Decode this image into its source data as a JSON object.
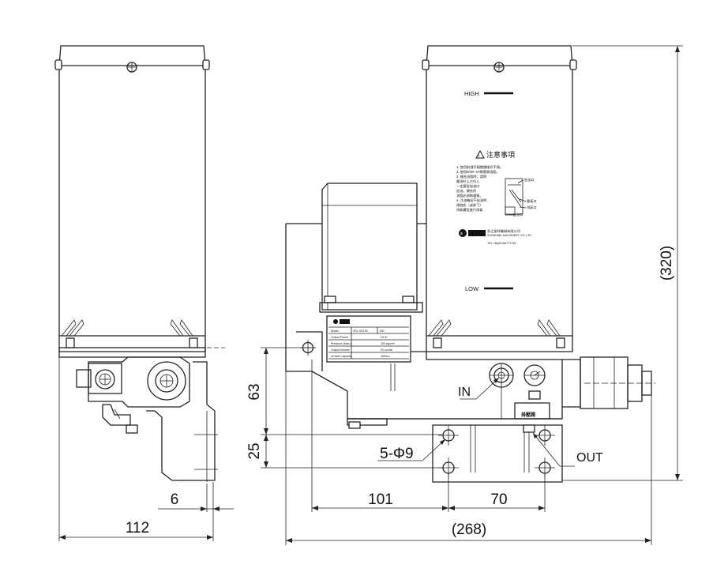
{
  "dimensions": {
    "width_left": "112",
    "offset_left": "6",
    "height_total": "(320)",
    "width_total": "(268)",
    "hole_spacing_101": "101",
    "hole_spacing_70": "70",
    "height_63": "63",
    "height_25": "25",
    "holes": "5-Φ9"
  },
  "ports": {
    "inlet": "IN",
    "outlet": "OUT"
  },
  "reservoir": {
    "level_high": "HIGH",
    "level_low": "LOW"
  },
  "warning_label": {
    "title": "注意事項",
    "lines": [
      "1. 使用前請仔細閱讀操作手冊。",
      "2. 使用000#~1#稀潤滑油脂。",
      "3. 補充油脂時，請將",
      "   壓油杆上方拉入",
      "   一定要從加油口",
      "   加油。補充的",
      "   油脂必須無雜質。",
      "4. 注油機若不出油時，",
      "   請旋松（或卸下）",
      "   排氣螺栓進行排氣"
    ],
    "callouts": [
      "加油口",
      "壓板口",
      "排氣口",
      "出油口"
    ],
    "company_cn": "浙江振祥機械有限公司",
    "company_en": "SUNSHINE MACHINERY CO.,LTD",
    "tel": "TEL:+86(574)6771736"
  },
  "nameplate": {
    "rows": [
      {
        "label": "Model",
        "value": "VEL-0D1S0",
        "extra": "NO."
      },
      {
        "label": "Output Power",
        "value": "24 W"
      },
      {
        "label": "Pressure (Max.)",
        "value": "100 kg/cm²"
      },
      {
        "label": "Output Volume",
        "value": "20 cc/min"
      },
      {
        "label": "oil tank Capacity",
        "value": "1500cc"
      }
    ]
  },
  "pressure_valve_label": "排壓閥"
}
